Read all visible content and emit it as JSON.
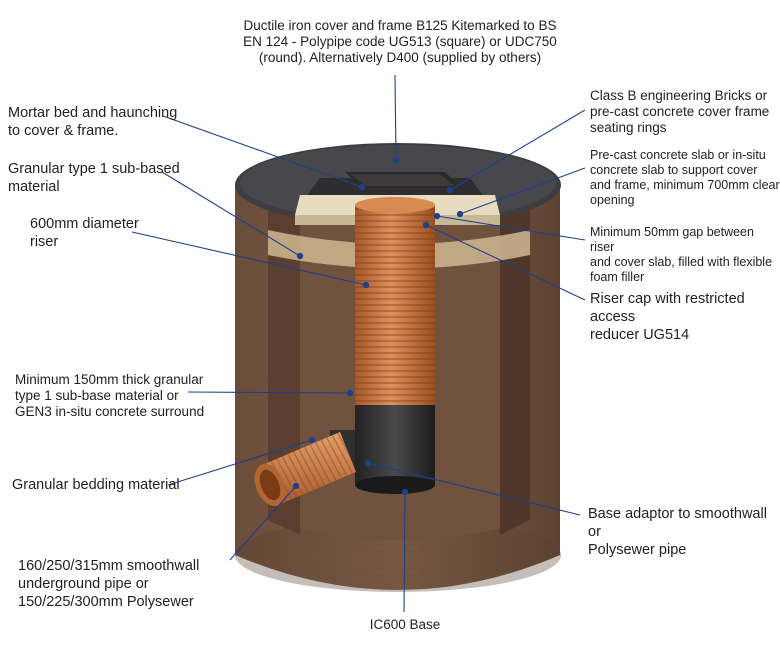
{
  "labels": {
    "cover": "Ductile iron cover and frame B125 Kitemarked to BS\nEN 124 - Polypipe code UG513 (square) or UDC750\n(round). Alternatively D400 (supplied by others)",
    "mortar": "Mortar bed and haunching\nto cover & frame.",
    "granular_sub": "Granular type 1 sub-based\nmaterial",
    "riser_diameter": "600mm diameter\nriser",
    "bricks": "Class B engineering Bricks or\npre-cast concrete cover frame\nseating rings",
    "slab": "Pre-cast concrete slab or in-situ\nconcrete slab to support cover\nand frame, minimum 700mm clear\nopening",
    "gap": "Minimum 50mm gap between riser\nand cover slab, filled with flexible\nfoam filler",
    "riser_cap": "Riser cap with restricted access\nreducer UG514",
    "surround": "Minimum 150mm thick granular\ntype 1 sub-base material or\nGEN3 in-situ concrete surround",
    "bedding": "Granular bedding material",
    "base_adaptor": "Base adaptor to smoothwall or\nPolysewer pipe",
    "pipe": "160/250/315mm smoothwall\nunderground pipe or\n150/225/300mm Polysewer",
    "base": "IC600 Base"
  },
  "colors": {
    "leader": "#1f3f8f",
    "soil": "#7a5a45",
    "soil_dark": "#5e4332",
    "asphalt": "#3d3d40",
    "riser_orange": "#c8753a",
    "base_black": "#2a2a2a",
    "concrete": "#d9cdb0"
  }
}
